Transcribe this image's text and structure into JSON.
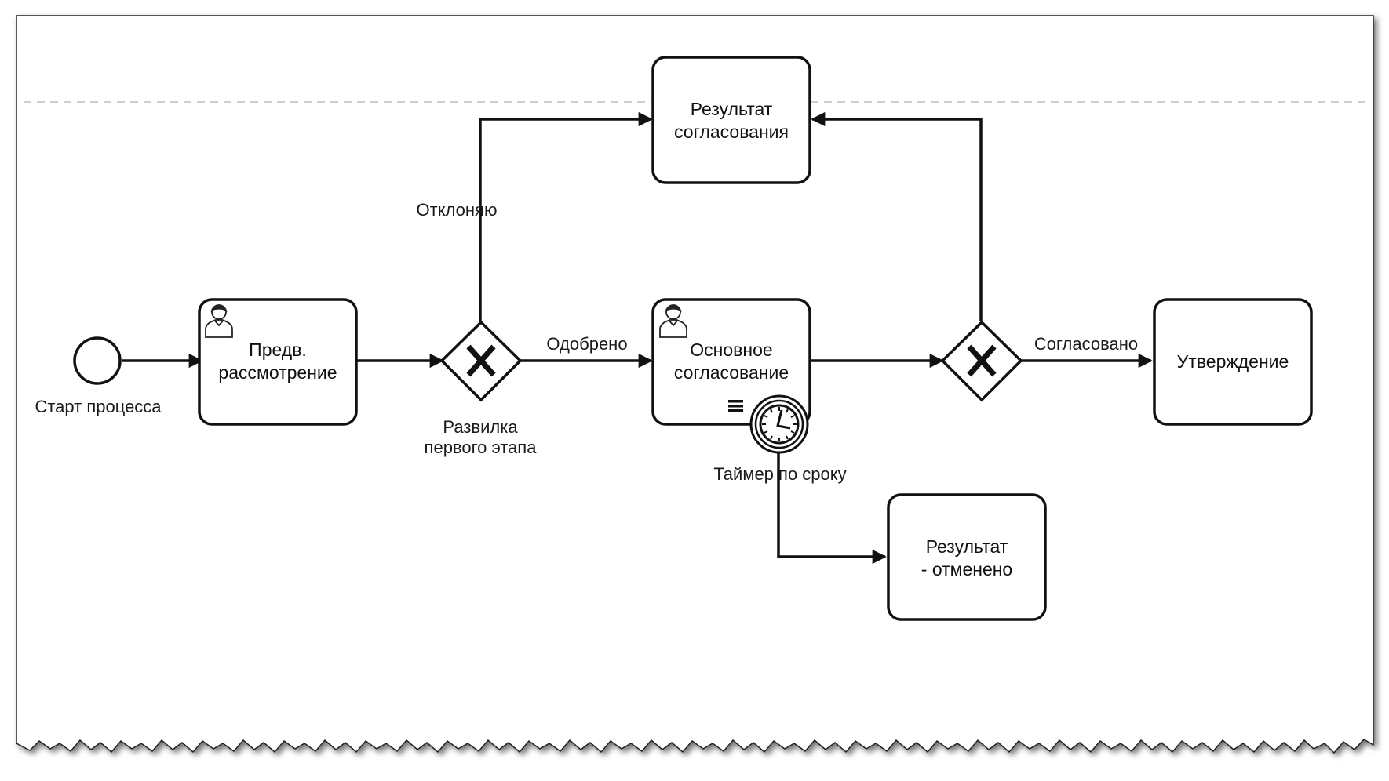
{
  "start_event": {
    "label": "Старт процесса"
  },
  "tasks": {
    "prelim": {
      "lines": [
        "Предв.",
        "рассмотрение"
      ]
    },
    "result": {
      "lines": [
        "Результат",
        "согласования"
      ]
    },
    "main": {
      "lines": [
        "Основное",
        "согласование"
      ]
    },
    "approve": {
      "lines": [
        "Утверждение"
      ]
    },
    "canceled": {
      "lines": [
        "Результат",
        "- отменено"
      ]
    }
  },
  "gateways": {
    "first": {
      "lines": [
        "Развилка",
        "первого этапа"
      ]
    }
  },
  "flows": {
    "reject": "Отклоняю",
    "approved": "Одобрено",
    "agreed": "Согласовано"
  },
  "timer": {
    "label": "Таймер по сроку"
  },
  "icons": [
    "user-icon",
    "multi-instance-icon",
    "timer-icon",
    "exclusive-gateway-icon"
  ]
}
